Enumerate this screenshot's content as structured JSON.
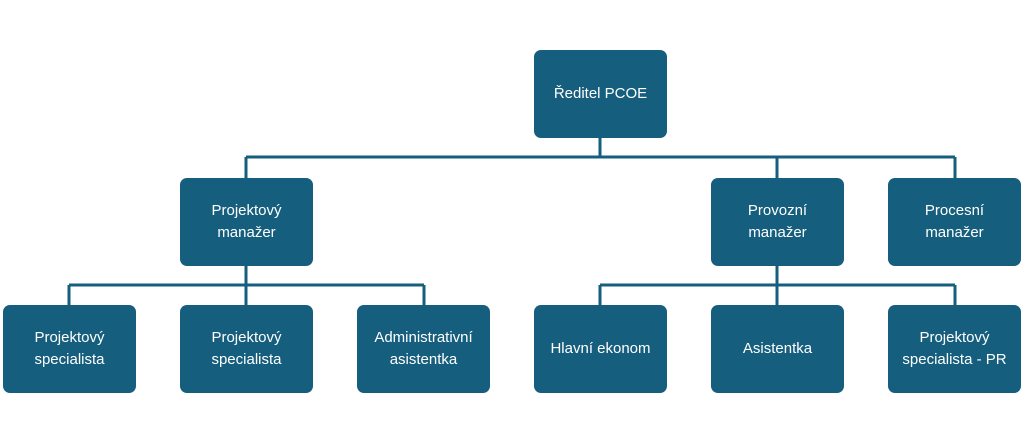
{
  "org_chart": {
    "director": {
      "label": "Ředitel PCOE"
    },
    "managers": [
      {
        "label": "Projektový\nmanažer"
      },
      {
        "label": "Provozní\nmanažer"
      },
      {
        "label": "Procesní\nmanažer"
      }
    ],
    "project_team": [
      {
        "label": "Projektový\nspecialista"
      },
      {
        "label": "Projektový\nspecialista"
      },
      {
        "label": "Administrativní\nasistentka"
      }
    ],
    "operations_team": [
      {
        "label": "Hlavní ekonom"
      },
      {
        "label": "Asistentka"
      },
      {
        "label": "Projektový\nspecialista - PR"
      }
    ],
    "colors": {
      "box": "#155e7d",
      "connector": "#155e7d",
      "text": "#ffffff"
    }
  }
}
